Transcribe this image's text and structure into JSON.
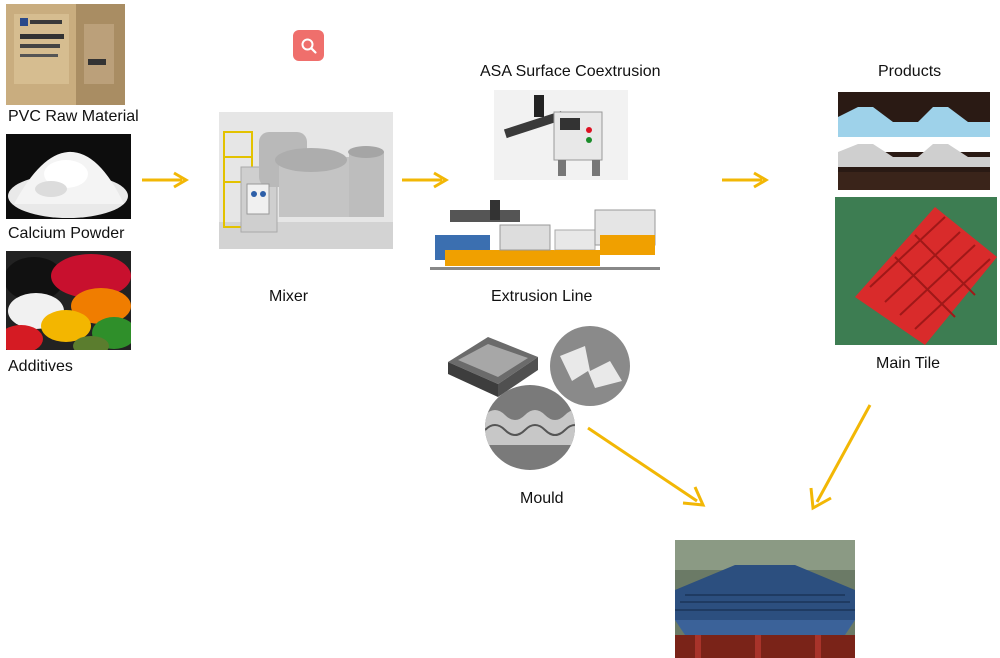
{
  "search": {
    "icon": "search-icon",
    "color": "#ef6f6c"
  },
  "labels": {
    "pvc_raw_material": "PVC Raw Material",
    "calcium_powder": "Calcium Powder",
    "additives": "Additives",
    "mixer": "Mixer",
    "asa_coextrusion": "ASA Surface Coextrusion",
    "extrusion_line": "Extrusion Line",
    "mould": "Mould",
    "products": "Products",
    "main_tile": "Main Tile"
  },
  "arrow_color": "#f2b705"
}
